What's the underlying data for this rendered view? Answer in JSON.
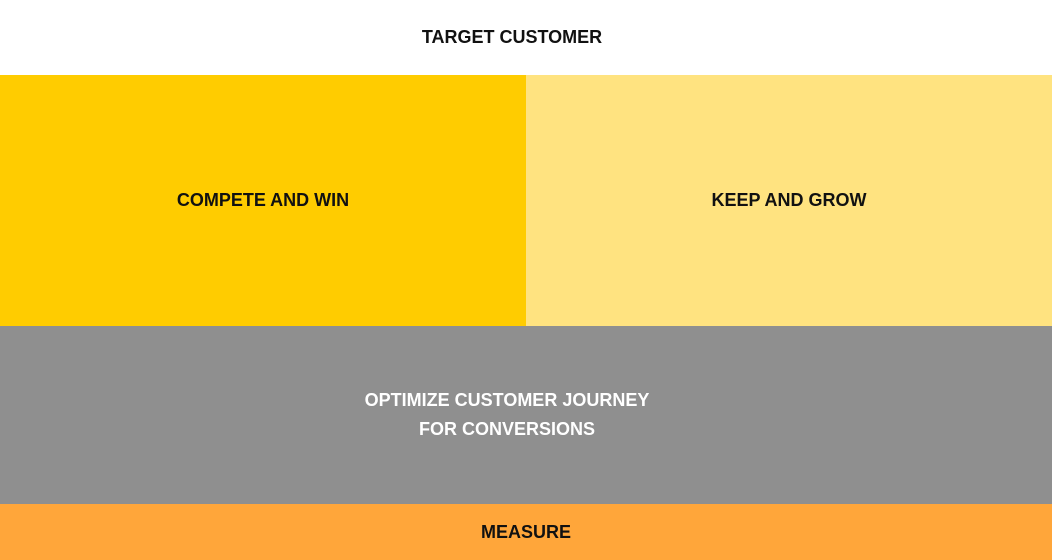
{
  "header": {
    "title": "TARGET CUSTOMER"
  },
  "quadrants": {
    "compete": "COMPETE AND WIN",
    "keep": "KEEP AND GROW"
  },
  "journey": {
    "line1": "OPTIMIZE CUSTOMER JOURNEY",
    "line2": "FOR CONVERSIONS"
  },
  "footer": {
    "label": "MEASURE"
  },
  "colors": {
    "compete": "#FFCC00",
    "keep": "#FFE380",
    "journey": "#8F8F8F",
    "measure": "#FFA63A"
  }
}
